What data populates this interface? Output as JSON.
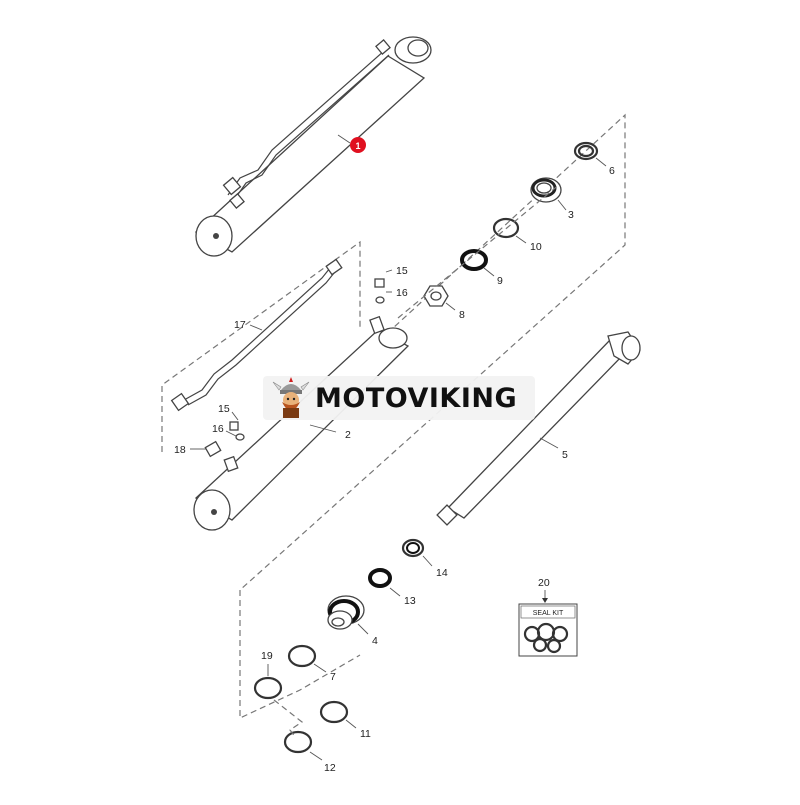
{
  "brand": {
    "watermark_text": "MOTOVIKING",
    "logo_icon": "viking-mascot-icon"
  },
  "highlight_color": "#e01020",
  "callouts": {
    "n1": "1",
    "n2": "2",
    "n3": "3",
    "n4": "4",
    "n5": "5",
    "n6": "6",
    "n7": "7",
    "n8": "8",
    "n9": "9",
    "n10": "10",
    "n11": "11",
    "n12": "12",
    "n13": "13",
    "n14": "14",
    "n15a": "15",
    "n15b": "15",
    "n16a": "16",
    "n16b": "16",
    "n17": "17",
    "n18": "18",
    "n19": "19",
    "n20": "20"
  },
  "seal_kit_label": "SEAL KIT"
}
